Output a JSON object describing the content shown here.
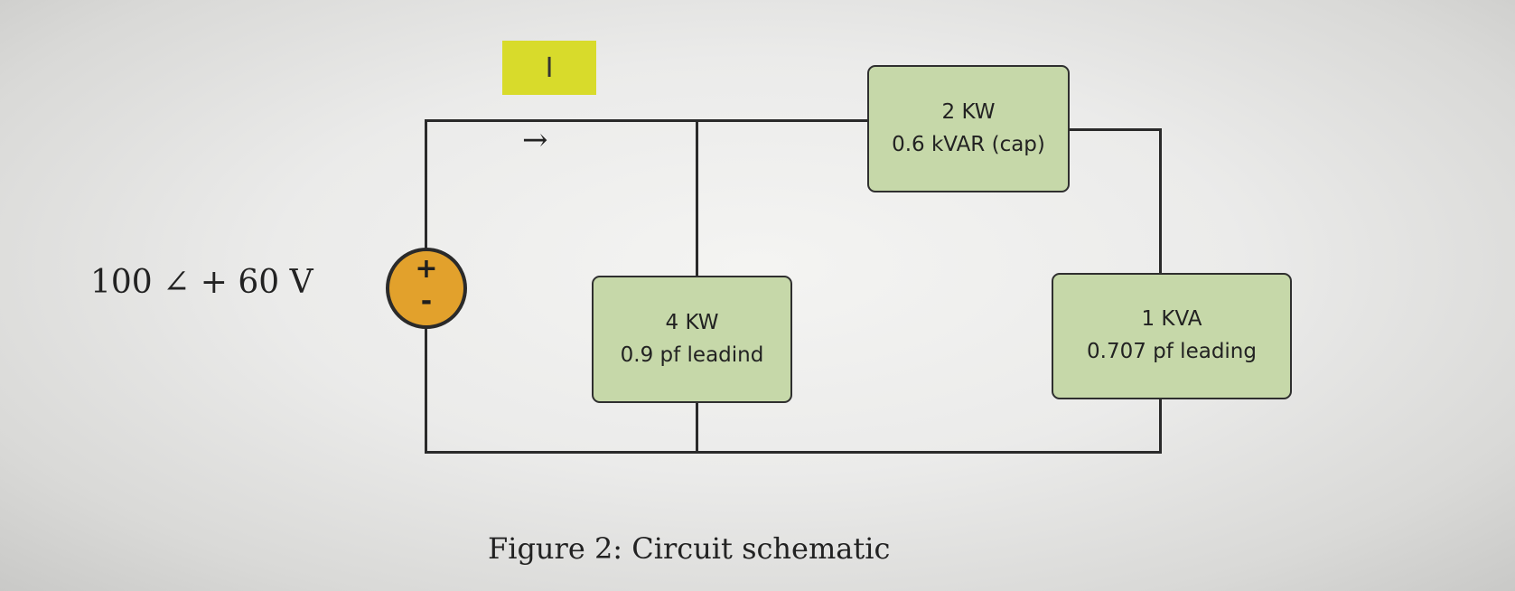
{
  "source": {
    "label": "100 ∠ + 60 V",
    "plus_symbol": "+",
    "minus_symbol": "-",
    "color": "#e2a12c"
  },
  "current": {
    "label": "I",
    "arrow": "→",
    "tag_color": "#d8db2b"
  },
  "loads": [
    {
      "line1": "4 KW",
      "line2": "0.9 pf leadind"
    },
    {
      "line1": "2 KW",
      "line2": "0.6 kVAR (cap)"
    },
    {
      "line1": "1 KVA",
      "line2": "0.707 pf leading"
    }
  ],
  "load_color": "#c6d8a9",
  "caption": "Figure 2: Circuit schematic"
}
